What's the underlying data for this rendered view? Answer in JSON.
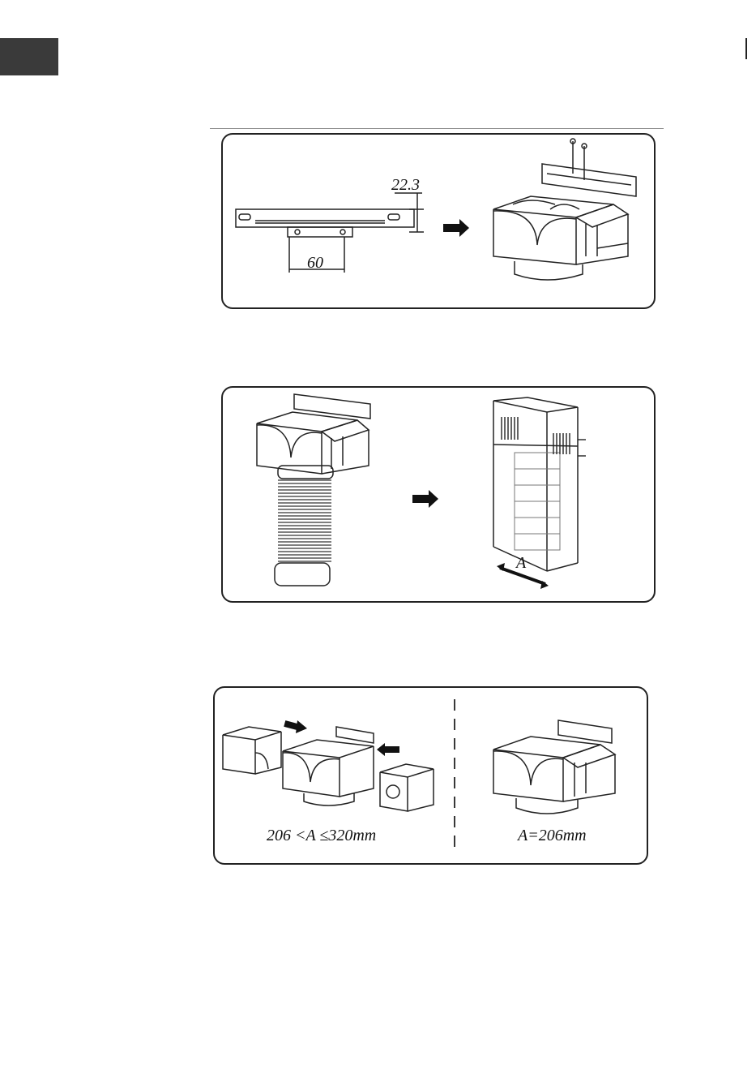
{
  "figure1": {
    "dim_height": "22.3",
    "dim_width": "60"
  },
  "figure2": {
    "dim_label": "A"
  },
  "figure3": {
    "range_caption": "206 <A ≤320mm",
    "fixed_caption": "A=206mm"
  },
  "icons": [
    "arrow-right-icon",
    "screw-icon"
  ],
  "colors": {
    "line": "#222222",
    "tab": "#3a3a3a",
    "rule": "#888888"
  }
}
